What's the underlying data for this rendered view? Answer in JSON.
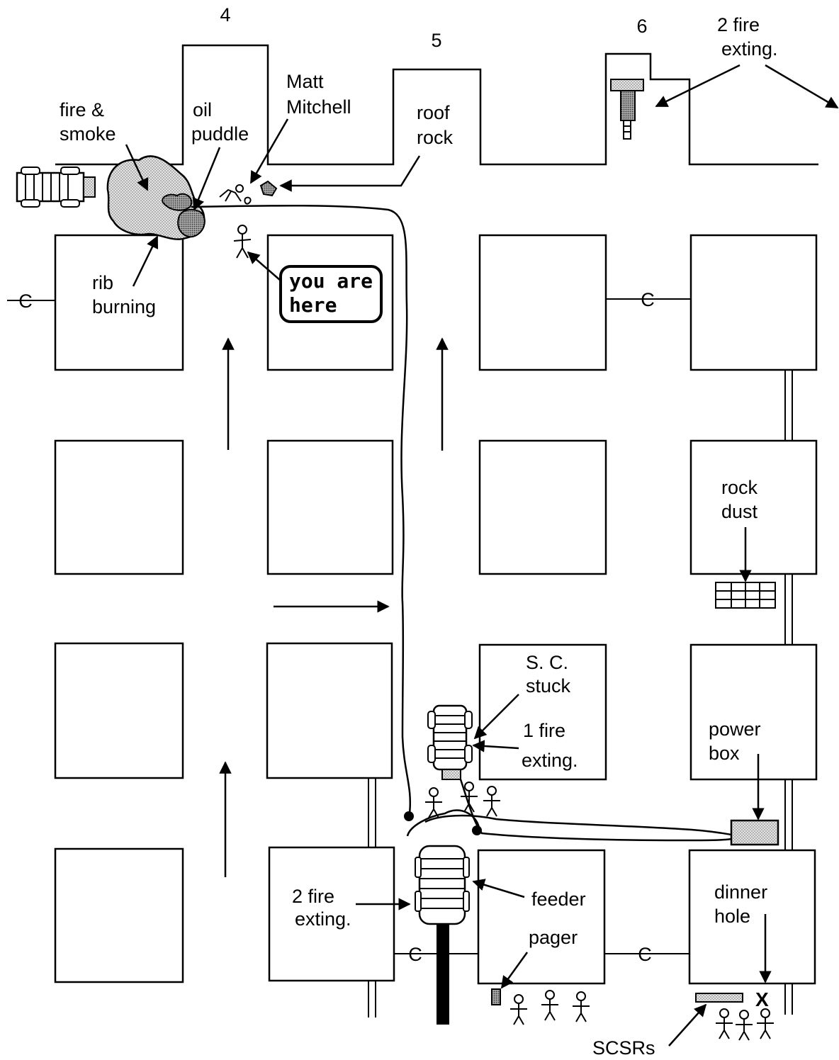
{
  "entries": {
    "entry4": "4",
    "entry5": "5",
    "entry6": "6"
  },
  "labels": {
    "fire_smoke": [
      "fire &",
      "smoke"
    ],
    "oil_puddle": [
      "oil",
      "puddle"
    ],
    "matt_mitchell": [
      "Matt",
      "Mitchell"
    ],
    "roof_rock": [
      "roof",
      "rock"
    ],
    "fire_exting_top": [
      "2 fire",
      "exting."
    ],
    "rib_burning": [
      "rib",
      "burning"
    ],
    "you_are_here": [
      "you are",
      "here"
    ],
    "rock_dust": [
      "rock",
      "dust"
    ],
    "sc_stuck": [
      "S. C.",
      "stuck"
    ],
    "one_fire_exting": [
      "1 fire",
      "exting."
    ],
    "power_box": [
      "power",
      "box"
    ],
    "fire_exting_bottom": [
      "2 fire",
      "exting."
    ],
    "feeder": "feeder",
    "pager": "pager",
    "dinner_hole": [
      "dinner",
      "hole"
    ],
    "scsrs": "SCSRs",
    "curtain_mark": "C",
    "x_mark": "X"
  },
  "colors": {
    "fire": "#c8c8c8",
    "ink": "#000000",
    "background": "#ffffff"
  }
}
